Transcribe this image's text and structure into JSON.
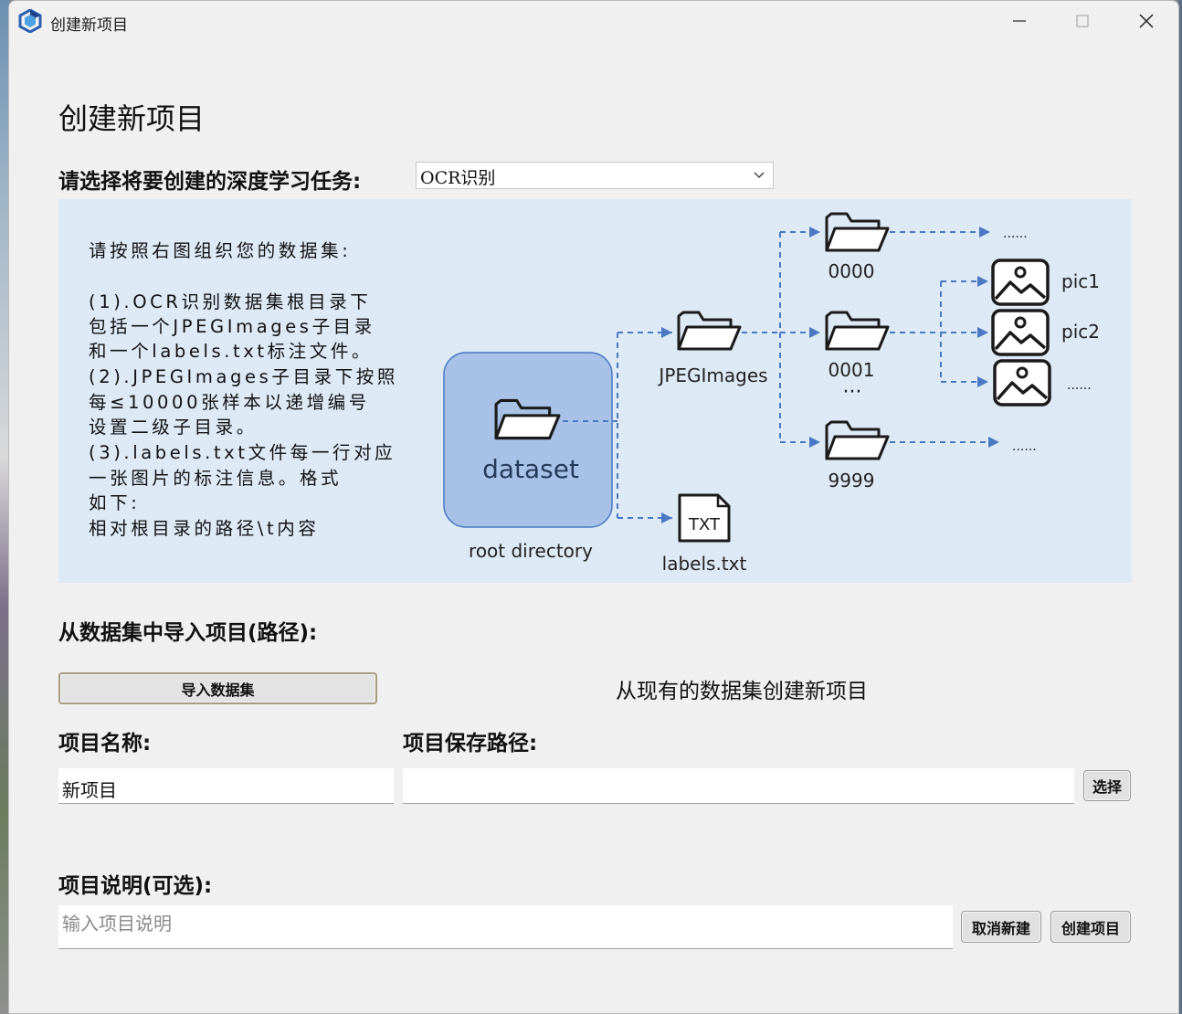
{
  "window": {
    "title": "创建新项目"
  },
  "page": {
    "heading": "创建新项目"
  },
  "task": {
    "label": "请选择将要创建的深度学习任务:",
    "selected": "OCR识别"
  },
  "instructions": [
    "请按照右图组织您的数据集:",
    "",
    "(1).OCR识别数据集根目录下",
    "包括一个JPEGImages子目录",
    "和一个labels.txt标注文件。",
    "(2).JPEGImages子目录下按照",
    "每≤10000张样本以递增编号",
    "设置二级子目录。",
    "(3).labels.txt文件每一行对应",
    "一张图片的标注信息。格式",
    "如下:",
    " 相对根目录的路径\\t内容"
  ],
  "diagram": {
    "root_label": "dataset",
    "root_caption": "root directory",
    "jpeg_label": "JPEGImages",
    "labels_file": "labels.txt",
    "txt_icon": "TXT",
    "sub_0000": "0000",
    "sub_0001": "0001",
    "sub_9999": "9999",
    "sub_ellipsis": "···",
    "pic1": "pic1",
    "pic2": "pic2",
    "more": "......"
  },
  "import": {
    "section_label": "从数据集中导入项目(路径):",
    "button_label": "导入数据集",
    "hint": "从现有的数据集创建新项目"
  },
  "project": {
    "name_label": "项目名称:",
    "name_value": "新项目",
    "path_label": "项目保存路径:",
    "path_value": "",
    "choose_button": "选择",
    "desc_label": "项目说明(可选):",
    "desc_placeholder": "输入项目说明",
    "cancel_button": "取消新建",
    "create_button": "创建项目"
  },
  "icons": [
    "app-logo-icon",
    "minimize-icon",
    "maximize-icon",
    "close-icon",
    "chevron-down-icon",
    "folder-icon",
    "image-icon",
    "txt-file-icon"
  ]
}
